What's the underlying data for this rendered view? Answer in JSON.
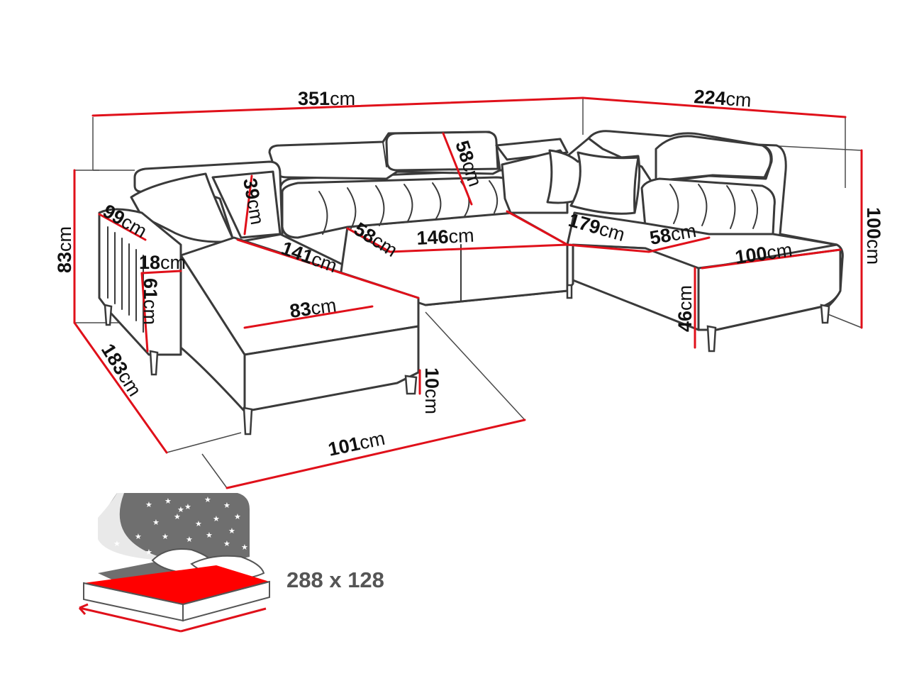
{
  "unit": "cm",
  "dimensions": {
    "total_width": "351",
    "right_depth": "224",
    "left_height": "83",
    "right_height": "100",
    "armrest_depth": "99",
    "armrest_width": "18",
    "armrest_height": "61",
    "headrest_height": "39",
    "back_headrest": "58",
    "chaise_length": "141",
    "chaise_width": "83",
    "seat_depth_left": "58",
    "middle_width": "146",
    "right_inner": "179",
    "seat_depth_right": "58",
    "right_seat_width": "100",
    "seat_height": "46",
    "leg_height": "10",
    "left_depth": "183",
    "chaise_front": "101"
  },
  "bed_size": "288 x 128",
  "colors": {
    "dimension_line": "#e0101a",
    "outline": "#3a3a3a",
    "bed_fill": "#ff0000",
    "night_bg": "#6f6f6f"
  },
  "icons": {
    "bed": "sleeping-function-icon",
    "stars": "stars-icon",
    "pillows": "pillows-icon"
  }
}
